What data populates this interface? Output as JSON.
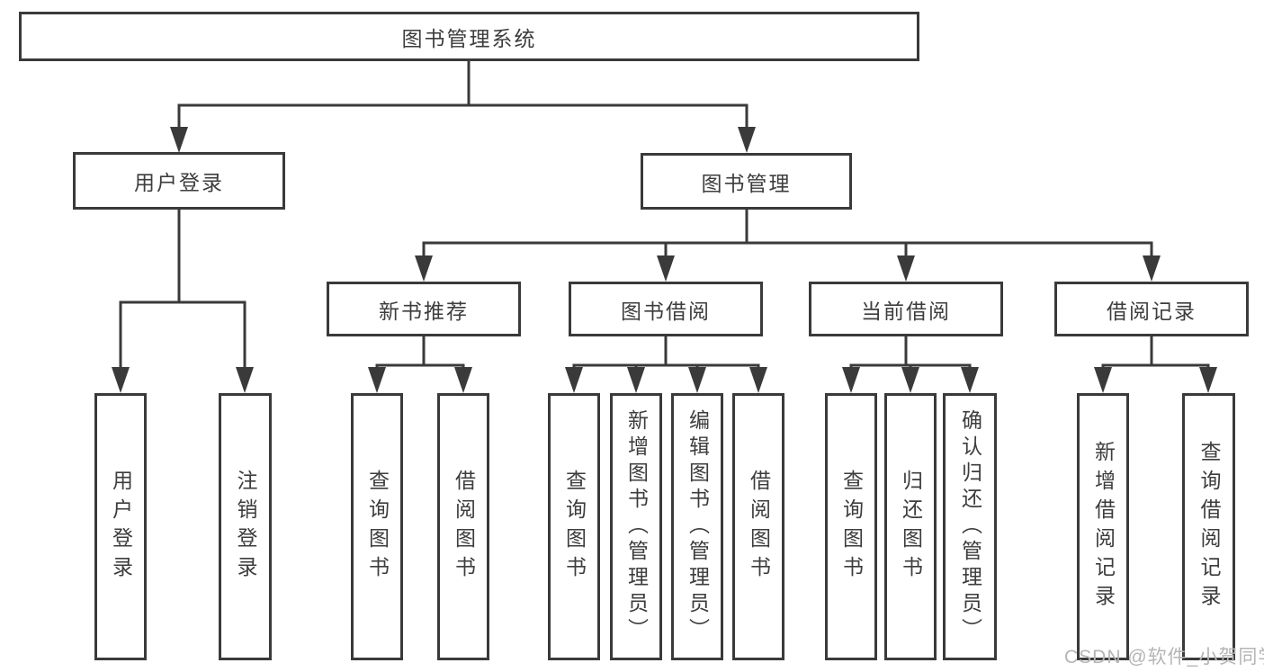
{
  "colors": {
    "line": "#3a3a3a",
    "text": "#3d3d3d",
    "background": "#ffffff",
    "watermark": "#b5b5b5"
  },
  "watermark": {
    "text": "CSDN @软件_小贺同学"
  },
  "diagram": {
    "type": "tree",
    "root": {
      "label": "图书管理系统",
      "children": [
        {
          "label": "用户登录",
          "children": [
            {
              "label": "用户登录"
            },
            {
              "label": "注销登录"
            }
          ]
        },
        {
          "label": "图书管理",
          "children": [
            {
              "label": "新书推荐",
              "children": [
                {
                  "label": "查询图书"
                },
                {
                  "label": "借阅图书"
                }
              ]
            },
            {
              "label": "图书借阅",
              "children": [
                {
                  "label": "查询图书"
                },
                {
                  "label": "新增图书（管理员）"
                },
                {
                  "label": "编辑图书（管理员）"
                },
                {
                  "label": "借阅图书"
                }
              ]
            },
            {
              "label": "当前借阅",
              "children": [
                {
                  "label": "查询图书"
                },
                {
                  "label": "归还图书"
                },
                {
                  "label": "确认归还（管理员）"
                }
              ]
            },
            {
              "label": "借阅记录",
              "children": [
                {
                  "label": "新增借阅记录"
                },
                {
                  "label": "查询借阅记录"
                }
              ]
            }
          ]
        }
      ]
    }
  }
}
